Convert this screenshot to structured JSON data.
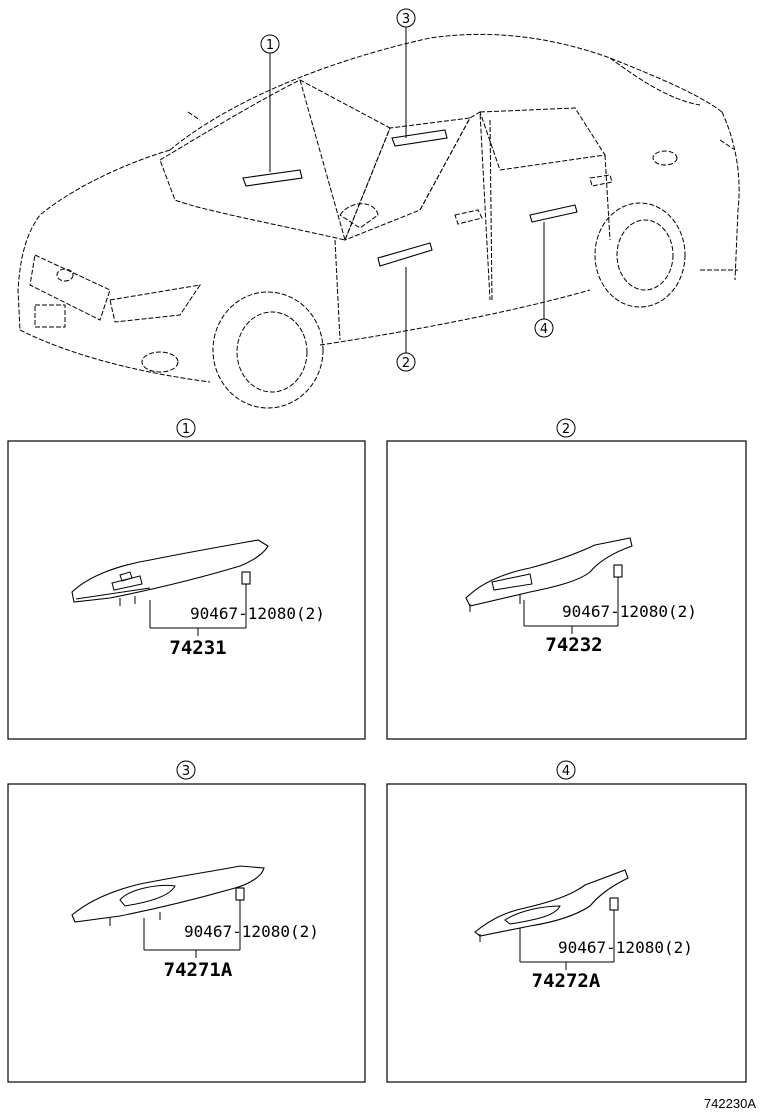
{
  "callouts": {
    "c1": "1",
    "c2": "2",
    "c3": "3",
    "c4": "4"
  },
  "panels": [
    {
      "callout": "1",
      "screw_label": "90467-12080(2)",
      "part_number": "74231"
    },
    {
      "callout": "2",
      "screw_label": "90467-12080(2)",
      "part_number": "74232"
    },
    {
      "callout": "3",
      "screw_label": "90467-12080(2)",
      "part_number": "74271A"
    },
    {
      "callout": "4",
      "screw_label": "90467-12080(2)",
      "part_number": "74272A"
    }
  ],
  "drawing_ref": "742230A"
}
